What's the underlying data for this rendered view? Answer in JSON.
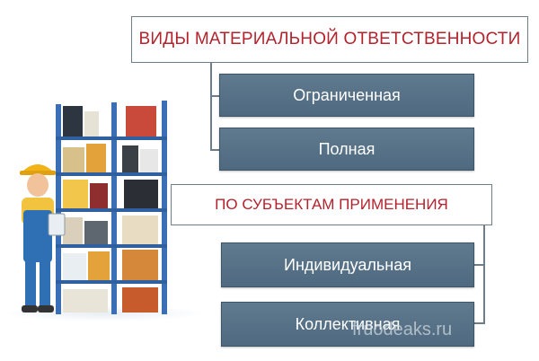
{
  "title": "ВИДЫ МАТЕРИАЛЬНОЙ ОТВЕТСТВЕННОСТИ",
  "group1": {
    "items": [
      "Ограниченная",
      "Полная"
    ]
  },
  "group2": {
    "heading": "ПО СУБЪЕКТАМ ПРИМЕНЕНИЯ",
    "items": [
      "Индивидуальная",
      "Коллективная"
    ]
  },
  "watermark": "fruodeaks.ru",
  "colors": {
    "heading_text": "#b3232d",
    "item_fill": "#5a7489",
    "connector": "#6e7d8a",
    "shelf_frame": "#3a6fb6",
    "worker_helmet": "#f2b318",
    "worker_overalls": "#2f6fb4"
  },
  "icons": [
    "warehouse-rack-illustration",
    "worker-illustration"
  ]
}
